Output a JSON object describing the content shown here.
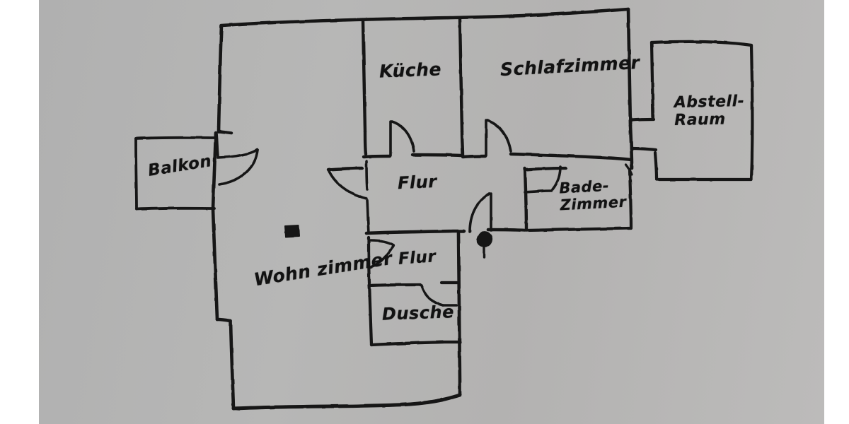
{
  "sketch": {
    "medium": "hand-drawn floor plan on gray paper, black marker",
    "paper_color": "#b4b4b4",
    "ink_color": "#141414",
    "margin_color": "#ffffff"
  },
  "rooms": [
    {
      "id": "kueche",
      "label": "Küche",
      "lines": [
        "Küche"
      ]
    },
    {
      "id": "schlafzimmer",
      "label": "Schlafzimmer",
      "lines": [
        "Schlafzimmer"
      ]
    },
    {
      "id": "abstellraum",
      "label": "Abstell-\nRaum",
      "lines": [
        "Abstell-",
        "Raum"
      ]
    },
    {
      "id": "balkon",
      "label": "Balkon",
      "lines": [
        "Balkon"
      ]
    },
    {
      "id": "flur_main",
      "label": "Flur",
      "lines": [
        "Flur"
      ]
    },
    {
      "id": "badezimmer",
      "label": "Bade-\nZimmer",
      "lines": [
        "Bade-",
        "Zimmer"
      ]
    },
    {
      "id": "wohnzimmer",
      "label": "Wohn zimmer",
      "lines": [
        "Wohn zimmer"
      ]
    },
    {
      "id": "flur_small",
      "label": "Flur",
      "lines": [
        "Flur"
      ]
    },
    {
      "id": "dusche",
      "label": "Dusche",
      "lines": [
        "Dusche"
      ]
    }
  ],
  "labels": {
    "kueche": "Küche",
    "schlafzimmer": "Schlafzimmer",
    "abstell_line1": "Abstell-",
    "abstell_line2": "Raum",
    "balkon": "Balkon",
    "flur_main": "Flur",
    "bade_line1": "Bade-",
    "bade_line2": "Zimmer",
    "wohnzimmer": "Wohn zimmer",
    "flur_small": "Flur",
    "dusche": "Dusche"
  },
  "symbols": [
    {
      "id": "furniture-mark",
      "kind": "filled-rectangle",
      "note": "small solid black block in Wohnzimmer"
    },
    {
      "id": "plant-mark",
      "kind": "plant-glyph",
      "note": "small tree/plant symbol below Flur"
    }
  ],
  "door_swings": [
    {
      "id": "balkon-door",
      "note": "arc at balcony opening, opens right"
    },
    {
      "id": "kueche-door",
      "note": "arc at kitchen opening, swings right"
    },
    {
      "id": "schlafzimmer-door",
      "note": "arc at bedroom opening, swings right"
    },
    {
      "id": "wohnzimmer-flur-door",
      "note": "arc at hallway-left opening, swings left"
    },
    {
      "id": "flur-center-door",
      "note": "arc at hallway center opening"
    },
    {
      "id": "badezimmer-door",
      "note": "arc at bathroom opening"
    },
    {
      "id": "flur-small-door",
      "note": "arc at small hallway opening"
    },
    {
      "id": "dusche-door",
      "note": "arc at shower opening"
    }
  ]
}
